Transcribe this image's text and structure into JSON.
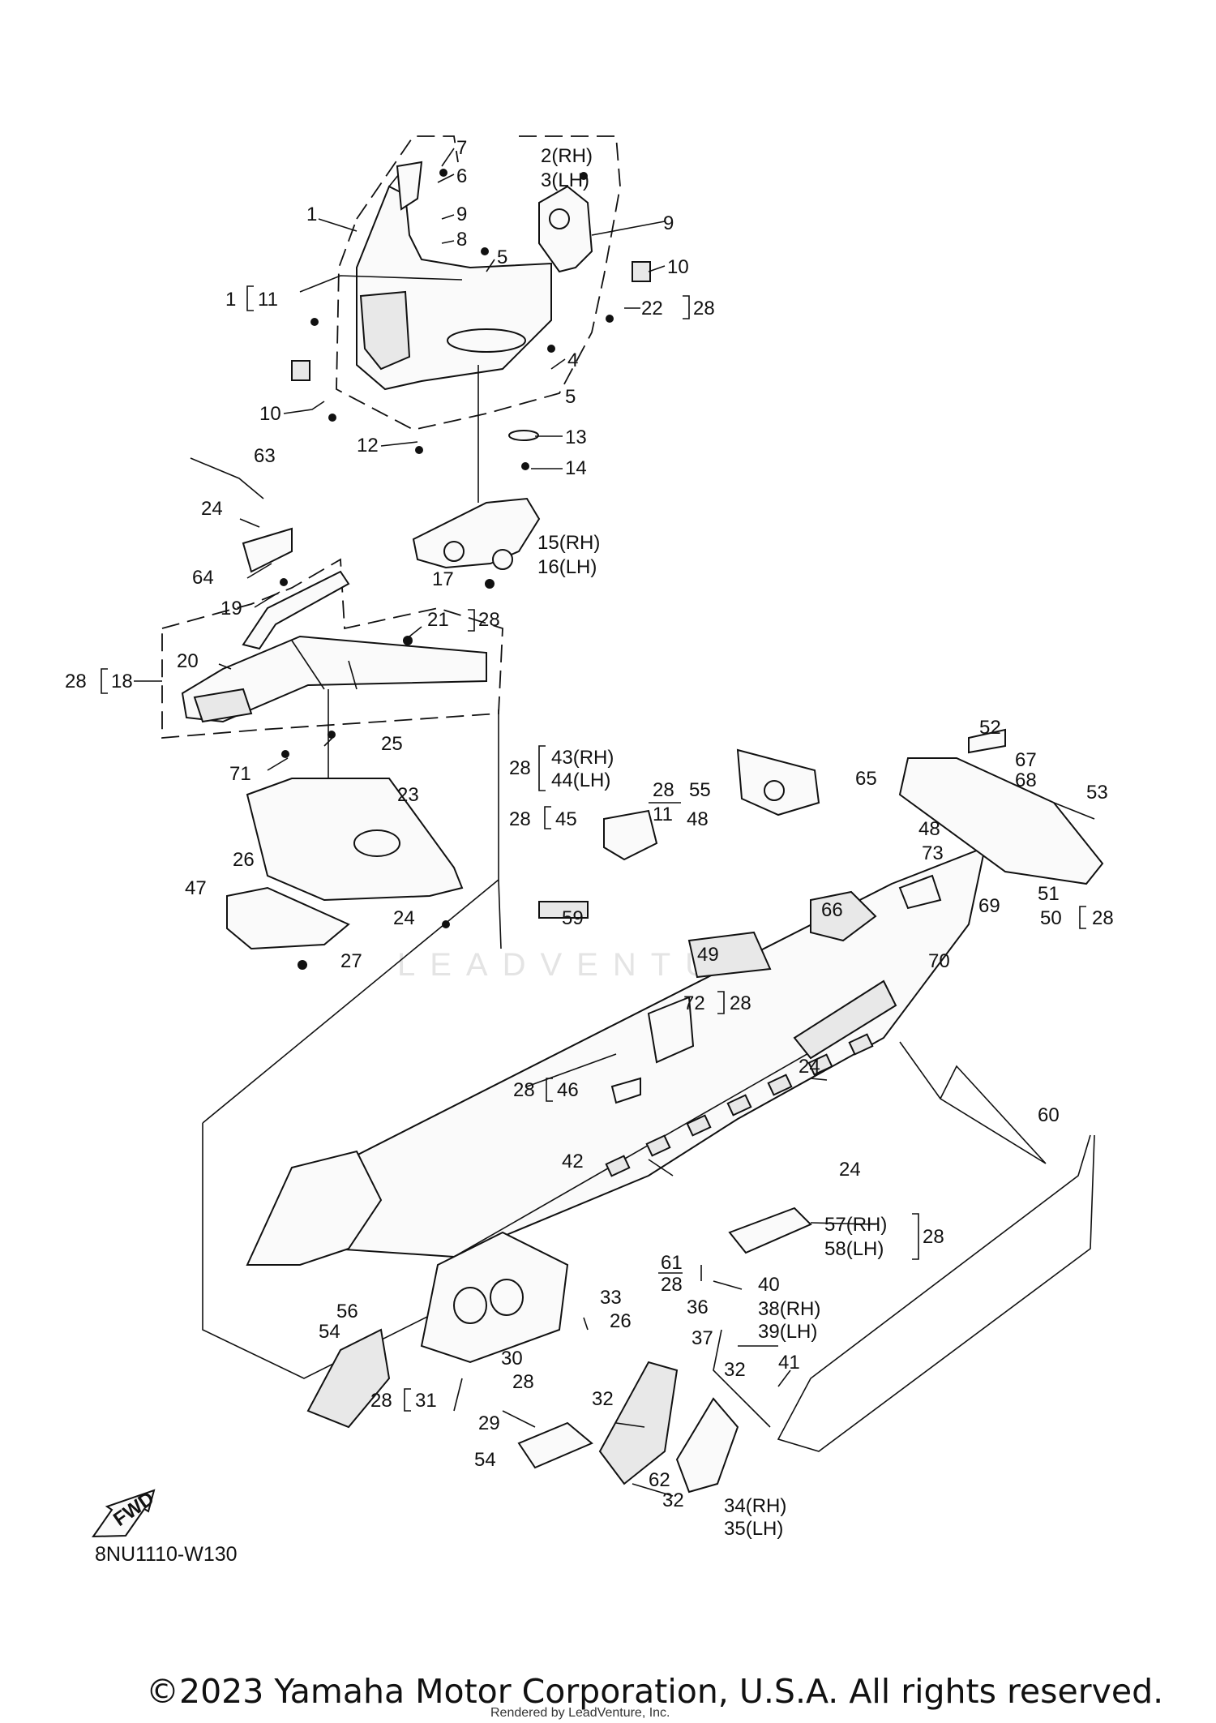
{
  "labels": [
    {
      "id": "7",
      "text": "7"
    },
    {
      "id": "6",
      "text": "6"
    },
    {
      "id": "1a",
      "text": "1"
    },
    {
      "id": "9a",
      "text": "9"
    },
    {
      "id": "8",
      "text": "8"
    },
    {
      "id": "2rh",
      "text": "2(RH)"
    },
    {
      "id": "3lh",
      "text": "3(LH)"
    },
    {
      "id": "9b",
      "text": "9"
    },
    {
      "id": "10a",
      "text": "10"
    },
    {
      "id": "5a",
      "text": "5"
    },
    {
      "id": "1b",
      "text": "1"
    },
    {
      "id": "11a",
      "text": "11"
    },
    {
      "id": "22",
      "text": "22"
    },
    {
      "id": "28a",
      "text": "28"
    },
    {
      "id": "4",
      "text": "4"
    },
    {
      "id": "10b",
      "text": "10"
    },
    {
      "id": "5b",
      "text": "5"
    },
    {
      "id": "12",
      "text": "12"
    },
    {
      "id": "13",
      "text": "13"
    },
    {
      "id": "14",
      "text": "14"
    },
    {
      "id": "63",
      "text": "63"
    },
    {
      "id": "24a",
      "text": "24"
    },
    {
      "id": "15rh",
      "text": "15(RH)"
    },
    {
      "id": "16lh",
      "text": "16(LH)"
    },
    {
      "id": "64",
      "text": "64"
    },
    {
      "id": "17",
      "text": "17"
    },
    {
      "id": "19",
      "text": "19"
    },
    {
      "id": "21",
      "text": "21"
    },
    {
      "id": "28b",
      "text": "28"
    },
    {
      "id": "20",
      "text": "20"
    },
    {
      "id": "28c",
      "text": "28"
    },
    {
      "id": "18",
      "text": "18"
    },
    {
      "id": "25",
      "text": "25"
    },
    {
      "id": "52",
      "text": "52"
    },
    {
      "id": "67",
      "text": "67"
    },
    {
      "id": "68",
      "text": "68"
    },
    {
      "id": "53",
      "text": "53"
    },
    {
      "id": "43rh",
      "text": "43(RH)"
    },
    {
      "id": "44lh",
      "text": "44(LH)"
    },
    {
      "id": "28d",
      "text": "28"
    },
    {
      "id": "71",
      "text": "71"
    },
    {
      "id": "55",
      "text": "55"
    },
    {
      "id": "65",
      "text": "65"
    },
    {
      "id": "28e",
      "text": "28"
    },
    {
      "id": "11b",
      "text": "11"
    },
    {
      "id": "48a",
      "text": "48"
    },
    {
      "id": "48b",
      "text": "48"
    },
    {
      "id": "23",
      "text": "23"
    },
    {
      "id": "28f",
      "text": "28"
    },
    {
      "id": "45",
      "text": "45"
    },
    {
      "id": "73",
      "text": "73"
    },
    {
      "id": "66",
      "text": "66"
    },
    {
      "id": "69",
      "text": "69"
    },
    {
      "id": "51",
      "text": "51"
    },
    {
      "id": "50",
      "text": "50"
    },
    {
      "id": "28g",
      "text": "28"
    },
    {
      "id": "26a",
      "text": "26"
    },
    {
      "id": "47",
      "text": "47"
    },
    {
      "id": "59",
      "text": "59"
    },
    {
      "id": "24b",
      "text": "24"
    },
    {
      "id": "49",
      "text": "49"
    },
    {
      "id": "70",
      "text": "70"
    },
    {
      "id": "27",
      "text": "27"
    },
    {
      "id": "72",
      "text": "72"
    },
    {
      "id": "28h",
      "text": "28"
    },
    {
      "id": "24c",
      "text": "24"
    },
    {
      "id": "28i",
      "text": "28"
    },
    {
      "id": "46",
      "text": "46"
    },
    {
      "id": "60",
      "text": "60"
    },
    {
      "id": "42",
      "text": "42"
    },
    {
      "id": "24d",
      "text": "24"
    },
    {
      "id": "57rh",
      "text": "57(RH)"
    },
    {
      "id": "58lh",
      "text": "58(LH)"
    },
    {
      "id": "28j",
      "text": "28"
    },
    {
      "id": "61",
      "text": "61"
    },
    {
      "id": "28k",
      "text": "28"
    },
    {
      "id": "40",
      "text": "40"
    },
    {
      "id": "33",
      "text": "33"
    },
    {
      "id": "36",
      "text": "36"
    },
    {
      "id": "38rh",
      "text": "38(RH)"
    },
    {
      "id": "39lh",
      "text": "39(LH)"
    },
    {
      "id": "56",
      "text": "56"
    },
    {
      "id": "26b",
      "text": "26"
    },
    {
      "id": "37",
      "text": "37"
    },
    {
      "id": "54a",
      "text": "54"
    },
    {
      "id": "30",
      "text": "30"
    },
    {
      "id": "28l",
      "text": "28"
    },
    {
      "id": "41",
      "text": "41"
    },
    {
      "id": "32a",
      "text": "32"
    },
    {
      "id": "28m",
      "text": "28"
    },
    {
      "id": "31",
      "text": "31"
    },
    {
      "id": "32b",
      "text": "32"
    },
    {
      "id": "29",
      "text": "29"
    },
    {
      "id": "54b",
      "text": "54"
    },
    {
      "id": "62",
      "text": "62"
    },
    {
      "id": "32c",
      "text": "32"
    },
    {
      "id": "34rh",
      "text": "34(RH)"
    },
    {
      "id": "35lh",
      "text": "35(LH)"
    }
  ],
  "fwd_label": "FWD",
  "diagram_code": "8NU1110-W130",
  "watermark": "LEADVENTURE",
  "copyright": "©2023 Yamaha Motor Corporation, U.S.A. All rights reserved.",
  "rendered_by": "Rendered by LeadVenture, Inc."
}
